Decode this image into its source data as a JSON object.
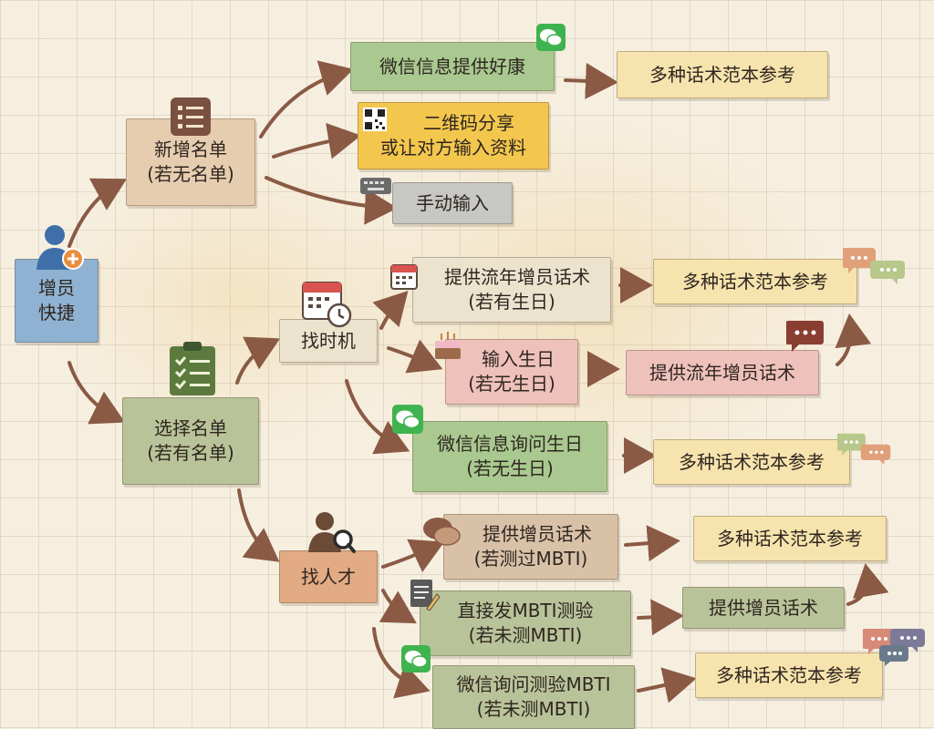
{
  "diagram": {
    "root": {
      "line1": "增员",
      "line2": "快捷"
    },
    "new_list": {
      "line1": "新增名单",
      "line2": "(若无名单)"
    },
    "select_list": {
      "line1": "选择名单",
      "line2": "(若有名单)"
    },
    "wechat_offer": "微信信息提供好康",
    "scripts_ref_1": "多种话术范本参考",
    "qr_share": {
      "line1": "二维码分享",
      "line2": "或让对方输入资料"
    },
    "manual_input": "手动输入",
    "find_time": "找时机",
    "offer_yearly": {
      "line1": "提供流年增员话术",
      "line2": "(若有生日)"
    },
    "scripts_ref_2": "多种话术范本参考",
    "input_birthday": {
      "line1": "输入生日",
      "line2": "(若无生日)"
    },
    "offer_yearly_2": "提供流年增员话术",
    "wechat_ask_birthday": {
      "line1": "微信信息询问生日",
      "line2": "(若无生日)"
    },
    "scripts_ref_3": "多种话术范本参考",
    "find_talent": "找人才",
    "offer_recruit": {
      "line1": "提供增员话术",
      "line2": "(若测过MBTI)"
    },
    "scripts_ref_4": "多种话术范本参考",
    "send_mbti": {
      "line1": "直接发MBTI测验",
      "line2": "(若未测MBTI)"
    },
    "offer_recruit_2": "提供增员话术",
    "wechat_ask_mbti": {
      "line1": "微信询问测验MBTI",
      "line2": "(若未测MBTI)"
    },
    "scripts_ref_5": "多种话术范本参考"
  },
  "colors": {
    "arrow": "#8a5a44",
    "wechat": "#3fb34f",
    "chat_bubble_orange": "#e0a07a",
    "chat_bubble_green": "#b8c88a"
  }
}
